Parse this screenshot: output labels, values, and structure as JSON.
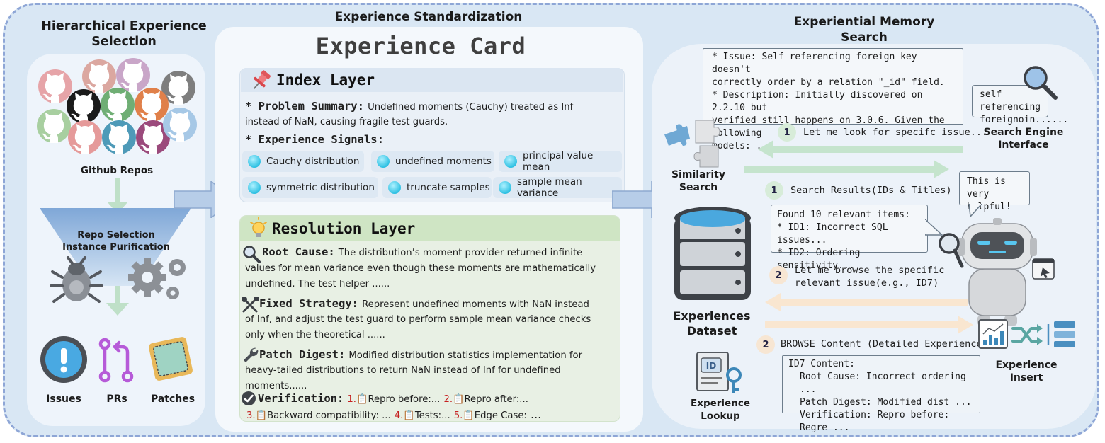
{
  "left": {
    "title": "Hierarchical Experience Selection",
    "repos_label": "Github Repos",
    "funnel_line1": "Repo Selection",
    "funnel_line2": "Instance Purification",
    "issues": "Issues",
    "prs": "PRs",
    "patches": "Patches"
  },
  "middle": {
    "header": "Experience Standardization",
    "card_title": "Experience Card",
    "index": {
      "title": "Index Layer",
      "problem_label": "* Problem Summary:",
      "problem_text_1": "Undefined moments (Cauchy) treated as Inf",
      "problem_text_2": "instead of NaN, causing fragile test guards.",
      "signals_label": "* Experience Signals:",
      "signals": [
        "Cauchy distribution",
        "undefined moments",
        "principal value mean",
        "symmetric distribution",
        "truncate samples",
        "sample mean variance"
      ]
    },
    "resolution": {
      "title": "Resolution Layer",
      "root_label": "Root Cause:",
      "root_1": "The distribution’s moment provider returned infinite",
      "root_2": "values for mean variance even though these moments are mathematically",
      "root_3": "undefined. The test helper ......",
      "fixed_label": "Fixed Strategy:",
      "fixed_1": "Represent undefined moments with NaN instead",
      "fixed_2": "of Inf, and adjust the test guard to perform sample mean variance checks",
      "fixed_3": "only when the theoretical ......",
      "patch_label": "Patch Digest:",
      "patch_1": "Modified distribution statistics implementation for",
      "patch_2": "heavy-tailed distributions to return NaN instead of Inf for undefined",
      "patch_3": "moments......",
      "verif_label": "Verification:",
      "v1_num": "1.",
      "v1": "Repro before:...",
      "v2_num": "2.",
      "v2": "Repro after:...",
      "v3_num": "3.",
      "v3": "Backward compatibility: ...",
      "v4_num": "4.",
      "v4": "Tests:...",
      "v5_num": "5.",
      "v5": "Edge Case:",
      "v5_tail": "..."
    }
  },
  "right": {
    "title_1": "Experiential Memory",
    "title_2": "Search",
    "issue_1": "* Issue: Self referencing foreign key doesn't",
    "issue_2": "correctly order by a relation \"_id\" field.",
    "issue_3": "* Description: Initially discovered on 2.2.10 but",
    "issue_4": "verified still happens on 3.0.6. Given the following",
    "issue_5": "models: ......",
    "query_1": "self referencing",
    "query_2": "foreignoin......",
    "search_engine_1": "Search Engine",
    "search_engine_2": "Interface",
    "similarity_1": "Similarity",
    "similarity_2": "Search",
    "step1a_num": "1",
    "step1a": "Let me look for specifc issue...",
    "step1b_num": "1",
    "step1b": "Search Results(IDs & Titles)",
    "found_1": "Found 10 relevant items:",
    "found_2": "* ID1: Incorrect SQL issues...",
    "found_3": "* ID2: Ordering sensitivity...",
    "helpful_1": "This is very",
    "helpful_2": "helpful!",
    "dataset_1": "Experiences",
    "dataset_2": "Dataset",
    "step2a_num": "2",
    "step2a_1": "Let me browse the specific",
    "step2a_2": "relevant issue(e.g., ID7)",
    "step2b_num": "2",
    "step2b": "BROWSE Content (Detailed Experience)",
    "id7_1": "ID7 Content:",
    "id7_2": "Root Cause: Incorrect ordering ...",
    "id7_3": "Patch Digest: Modified dist ...",
    "id7_4": "Verification: Repro before: Regre ...",
    "lookup_1": "Experience",
    "lookup_2": "Lookup",
    "id_badge": "ID",
    "insert_1": "Experience",
    "insert_2": "Insert"
  },
  "colors": {
    "background": "#d9e7f4",
    "border": "#8ea6d6",
    "index_layer": "#dbe6f2",
    "resolution_layer": "#cfe5c4",
    "arrow_green": "#bfe0c8",
    "arrow_orange": "#f9e6d0"
  }
}
